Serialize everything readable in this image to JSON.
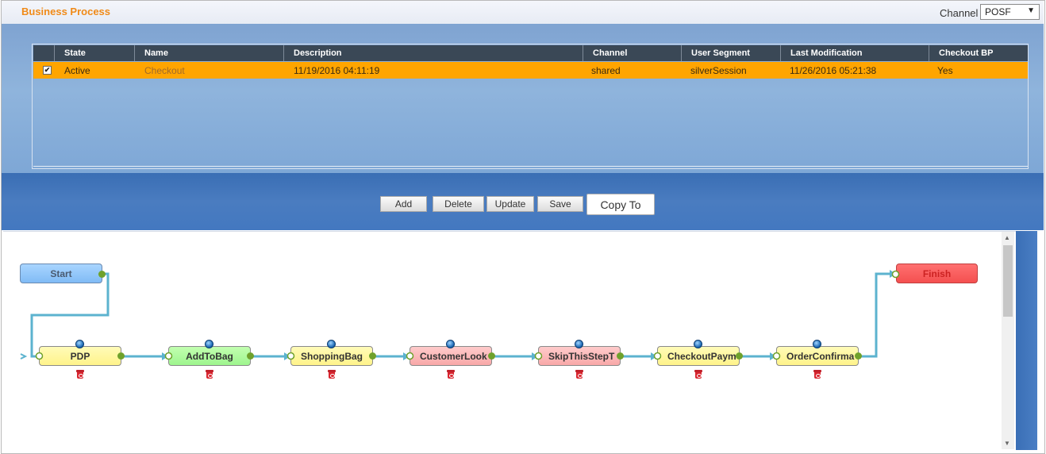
{
  "header": {
    "title": "Business Process",
    "channel_label": "Channel",
    "channel_value": "POSF"
  },
  "grid": {
    "columns": [
      "State",
      "Name",
      "Description",
      "Channel",
      "User Segment",
      "Last Modification",
      "Checkout BP"
    ],
    "rows": [
      {
        "checked": true,
        "state": "Active",
        "name": "Checkout",
        "description": "11/19/2016 04:11:19",
        "channel": "shared",
        "user_segment": "silverSession",
        "last_modification": "11/26/2016 05:21:38",
        "checkout_bp": "Yes"
      }
    ]
  },
  "toolbar": {
    "add": "Add",
    "delete": "Delete",
    "update": "Update",
    "save": "Save",
    "copy_to": "Copy To"
  },
  "flow": {
    "start": "Start",
    "finish": "Finish",
    "steps": [
      {
        "label": "PDP",
        "color": "yellow"
      },
      {
        "label": "AddToBag",
        "color": "green"
      },
      {
        "label": "ShoppingBag",
        "color": "yellow"
      },
      {
        "label": "CustomerLook",
        "color": "pink"
      },
      {
        "label": "SkipThisStepT",
        "color": "pink"
      },
      {
        "label": "CheckoutPaym",
        "color": "yellow"
      },
      {
        "label": "OrderConfirma",
        "color": "yellow"
      }
    ],
    "connector_color": "#5cb3cf",
    "port_color": "#6fa12b"
  }
}
